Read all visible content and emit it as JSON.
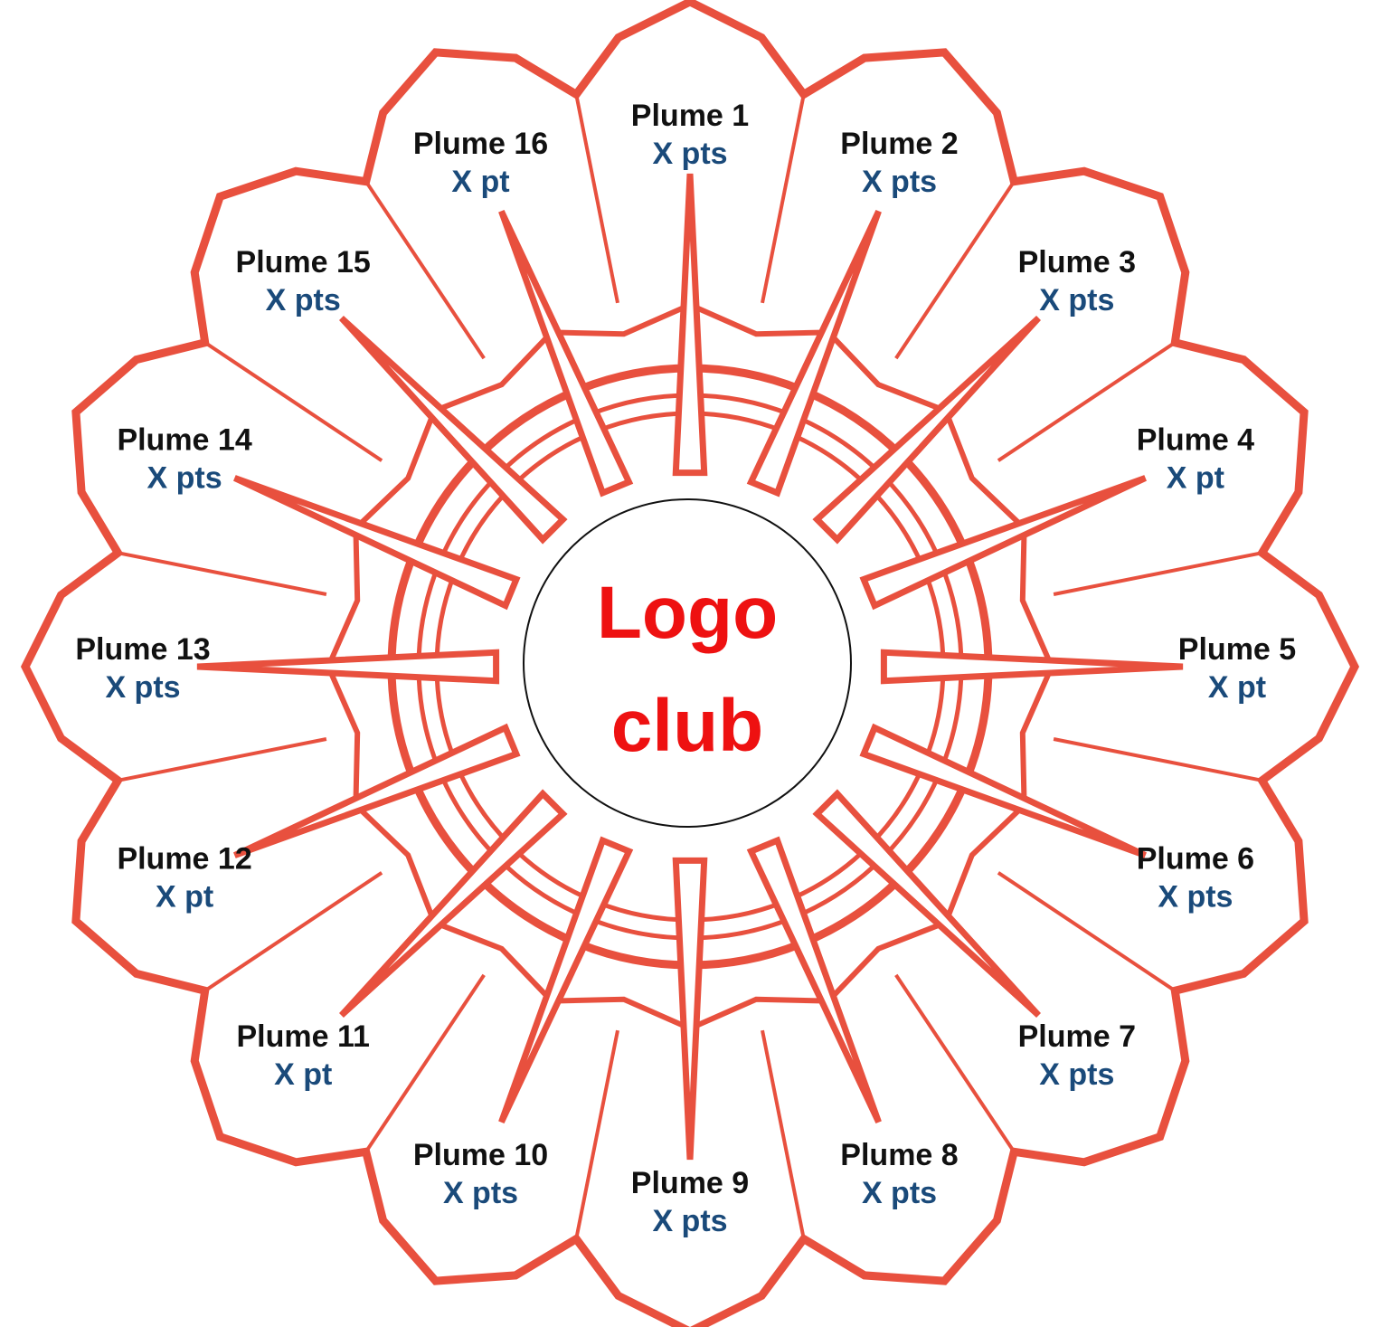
{
  "colors": {
    "outline": "#e8503e",
    "label": "#111111",
    "points": "#1a4a7a",
    "logo": "#ee1111"
  },
  "logo": {
    "line1": "Logo",
    "line2": "club"
  },
  "plumes": [
    {
      "name": "Plume 1",
      "points": "X pts"
    },
    {
      "name": "Plume 2",
      "points": "X pts"
    },
    {
      "name": "Plume 3",
      "points": "X pts"
    },
    {
      "name": "Plume 4",
      "points": "X pt"
    },
    {
      "name": "Plume 5",
      "points": "X pt"
    },
    {
      "name": "Plume 6",
      "points": "X pts"
    },
    {
      "name": "Plume 7",
      "points": "X pts"
    },
    {
      "name": "Plume 8",
      "points": "X pts"
    },
    {
      "name": "Plume 9",
      "points": "X pts"
    },
    {
      "name": "Plume 10",
      "points": "X pts"
    },
    {
      "name": "Plume 11",
      "points": "X pt"
    },
    {
      "name": "Plume 12",
      "points": "X pt"
    },
    {
      "name": "Plume 13",
      "points": "X pts"
    },
    {
      "name": "Plume 14",
      "points": "X pts"
    },
    {
      "name": "Plume 15",
      "points": "X pts"
    },
    {
      "name": "Plume 16",
      "points": "X pt"
    }
  ]
}
